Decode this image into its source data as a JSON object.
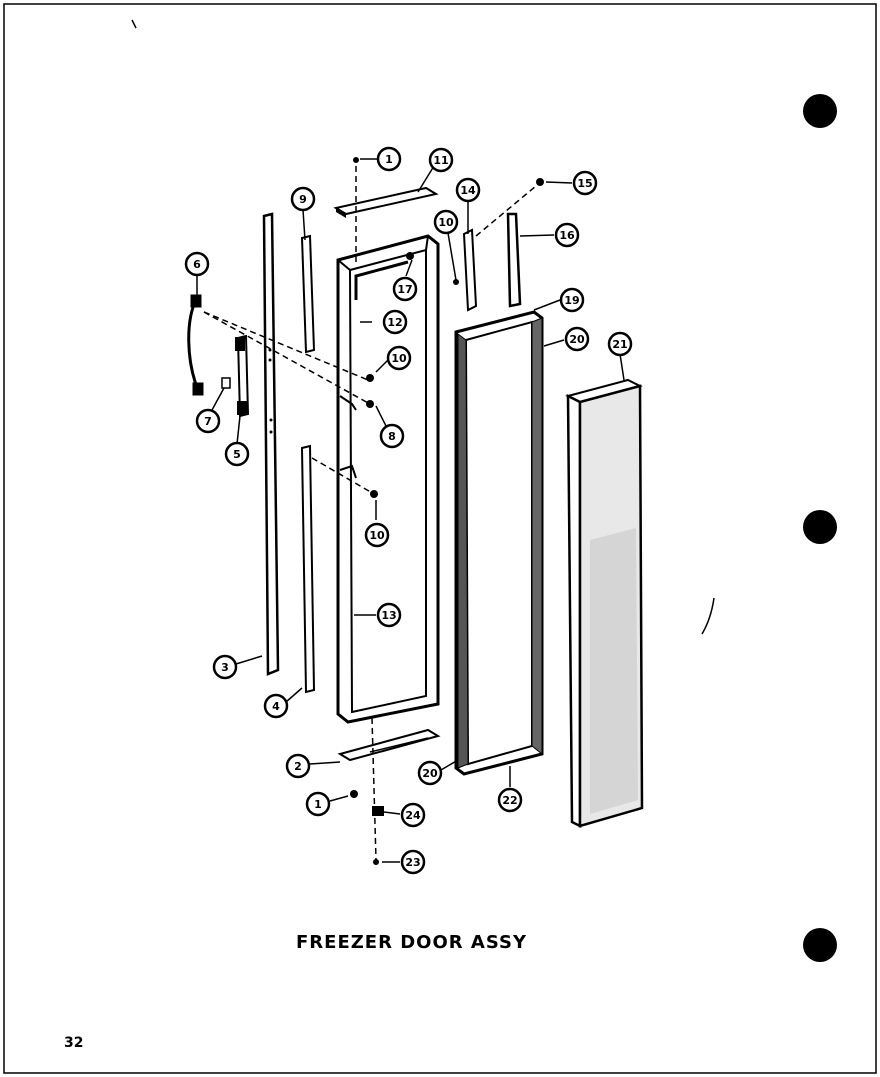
{
  "diagram_title": "FREEZER DOOR ASSY",
  "page_number": "32",
  "callouts": [
    {
      "id": "c1a",
      "label": "1"
    },
    {
      "id": "c11",
      "label": "11"
    },
    {
      "id": "c14",
      "label": "14"
    },
    {
      "id": "c15",
      "label": "15"
    },
    {
      "id": "c9",
      "label": "9"
    },
    {
      "id": "c10a",
      "label": "10"
    },
    {
      "id": "c16",
      "label": "16"
    },
    {
      "id": "c6",
      "label": "6"
    },
    {
      "id": "c17",
      "label": "17"
    },
    {
      "id": "c12",
      "label": "12"
    },
    {
      "id": "c19",
      "label": "19"
    },
    {
      "id": "c20a",
      "label": "20"
    },
    {
      "id": "c21",
      "label": "21"
    },
    {
      "id": "c10b",
      "label": "10"
    },
    {
      "id": "c8",
      "label": "8"
    },
    {
      "id": "c7",
      "label": "7"
    },
    {
      "id": "c5",
      "label": "5"
    },
    {
      "id": "c10c",
      "label": "10"
    },
    {
      "id": "c13",
      "label": "13"
    },
    {
      "id": "c3",
      "label": "3"
    },
    {
      "id": "c4",
      "label": "4"
    },
    {
      "id": "c2",
      "label": "2"
    },
    {
      "id": "c20b",
      "label": "20"
    },
    {
      "id": "c22",
      "label": "22"
    },
    {
      "id": "c1b",
      "label": "1"
    },
    {
      "id": "c24",
      "label": "24"
    },
    {
      "id": "c23",
      "label": "23"
    }
  ]
}
